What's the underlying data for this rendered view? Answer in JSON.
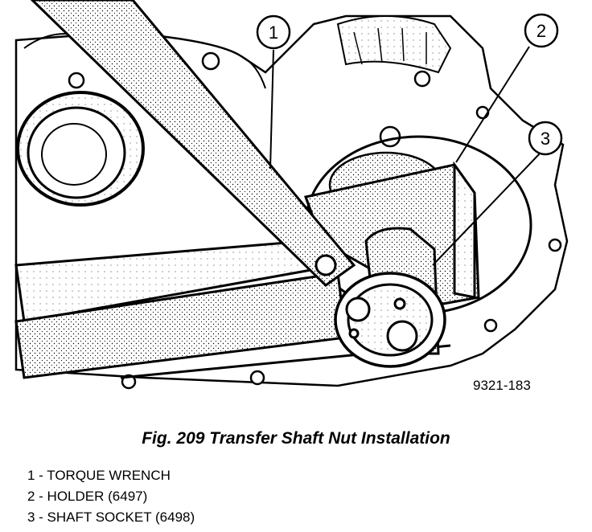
{
  "diagram": {
    "reference_code": "9321-183",
    "callouts": [
      "1",
      "2",
      "3"
    ]
  },
  "caption": "Fig. 209 Transfer Shaft Nut Installation",
  "legend": [
    "1 - TORQUE WRENCH",
    "2 - HOLDER (6497)",
    "3 - SHAFT SOCKET (6498)"
  ]
}
